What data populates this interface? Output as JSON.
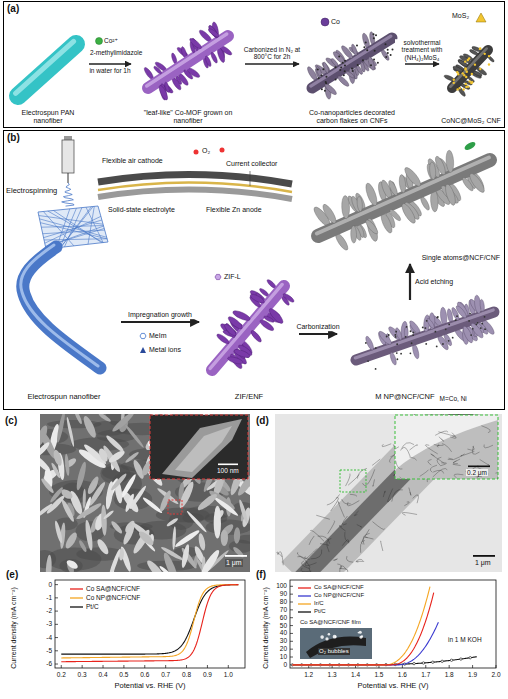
{
  "diagram": {
    "nodes": [
      {
        "text": [
          "(a)"
        ]
      },
      {
        "text": [
          "Electrospun PAN nanofiber"
        ],
        "in": 0
      },
      {
        "text": [
          "\"leaf-like\" Co-MOF grown on nanofiber"
        ],
        "in": 0
      },
      {
        "text": [
          "Co-nanoparticles decorated carbon flakes on CNFs"
        ],
        "in": 0
      },
      {
        "text": [
          "CoNC@MoS₂ CNF"
        ],
        "in": 0
      },
      {
        "text": [
          "(b)"
        ]
      },
      {
        "text": [
          "Electrospinning"
        ],
        "in": 5
      },
      {
        "text": [
          "Single atoms@NCF/CNF"
        ],
        "in": 5
      },
      {
        "text": [
          "Electrospun nanofiber"
        ],
        "in": 5
      },
      {
        "text": [
          "ZIF/ENF"
        ],
        "in": 5
      },
      {
        "text": [
          "M NP@NCF/CNF",
          "M=Co, Ni"
        ],
        "in": 5
      }
    ],
    "edges": [
      {
        "from": 1,
        "to": 2,
        "label": "in water for 1h",
        "arrow": "to"
      },
      {
        "from": 2,
        "to": 3,
        "label": "Carbonized in N₂ at 800°C for 2h",
        "arrow": "to"
      },
      {
        "from": 3,
        "to": 4,
        "label": "solvothermal treatment with (NH₄)₂MoS₄",
        "arrow": "to"
      },
      {
        "from": 8,
        "to": 9,
        "label": "Impregnation growth",
        "arrow": "to"
      },
      {
        "from": 9,
        "to": 10,
        "label": "Carbonization",
        "arrow": "to"
      },
      {
        "from": 10,
        "to": 7,
        "label": "Acid etching",
        "arrow": "to"
      }
    ],
    "labels": [
      "Co²⁺",
      "2-methylimidazole",
      "Co",
      "MoS₂",
      "Flexible air cathode",
      "O₂",
      "Current collector",
      "Solid-state electrolyte",
      "Flexible Zn anode",
      "MeIm",
      "Metal ions",
      "ZIF-L",
      "(c)",
      "100 nm",
      "1 μm",
      "(d)",
      "0.2 μm",
      "1 μm",
      "(e)",
      "0.2",
      "0.3",
      "0.4",
      "0.5",
      "0.6",
      "0.7",
      "0.8",
      "0.9",
      "1.0",
      "0",
      "-1",
      "-2",
      "-3",
      "-4",
      "-5",
      "-6",
      "Potential vs. RHE (V)",
      "Current density (mA cm⁻²)",
      "(f)",
      "1.2",
      "1.3",
      "1.4",
      "1.5",
      "1.6",
      "1.7",
      "1.8",
      "1.9",
      "2.0",
      "0",
      "10",
      "20",
      "30",
      "40",
      "50",
      "60",
      "70",
      "80",
      "90",
      "100",
      "Potential vs. RHE (V)",
      "Current density (mA cm⁻²)",
      "Co SA@NCF/CNF film",
      "O₂ bubbles",
      "in 1 M KOH"
    ],
    "legend": [
      {
        "text": "Co SA@NCF/CNF"
      },
      {
        "text": "Co NP@NCF/CNF"
      },
      {
        "text": "Pt/C"
      },
      {
        "text": "Co SA@NCF/CNF"
      },
      {
        "text": "Co NP@NCF/CNF"
      },
      {
        "text": "Ir/C"
      },
      {
        "text": "Pt/C"
      }
    ]
  }
}
